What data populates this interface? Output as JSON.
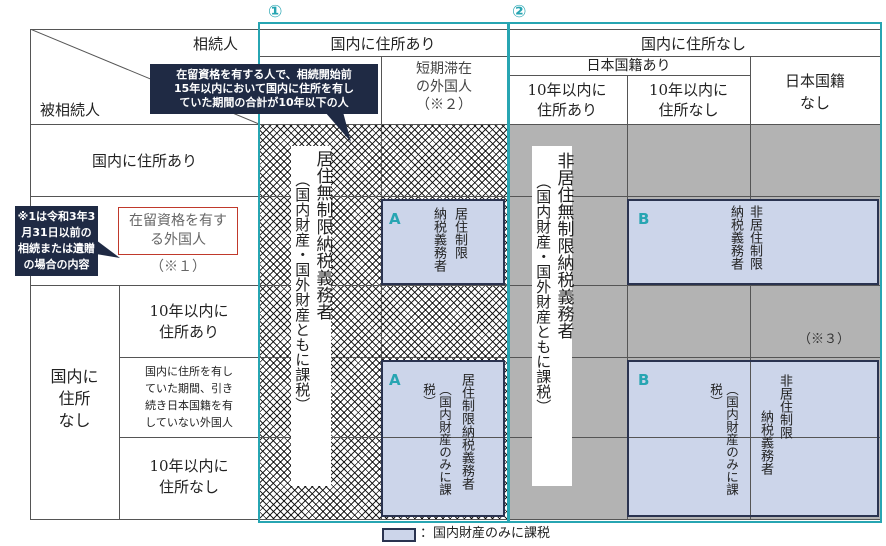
{
  "circle_1": "①",
  "circle_2": "②",
  "header": {
    "heir": "相続人",
    "decedent": "被相続人",
    "domestic_address": "国内に住所あり",
    "no_domestic_address": "国内に住所なし",
    "short_stay_foreigner": [
      "短期滞在",
      "の外国人",
      "（※２）"
    ],
    "jp_nationality": "日本国籍あり",
    "within10_yes": [
      "10年以内に",
      "住所あり"
    ],
    "within10_no": [
      "10年以内に",
      "住所なし"
    ],
    "no_jp_nationality": [
      "日本国籍",
      "なし"
    ]
  },
  "rows": {
    "domestic": "国内に住所あり",
    "resident_foreigner": [
      "在留資格を有す",
      "る外国人"
    ],
    "note1_ref": "（※１）",
    "nodomestic_group": [
      "国内に",
      "住所",
      "なし"
    ],
    "within10_yes": [
      "10年以内に",
      "住所あり"
    ],
    "foreigner_long": [
      "国内に住所を有し",
      "ていた期間、引き",
      "続き日本国籍を有",
      "していない外国人"
    ],
    "within10_no": [
      "10年以内に",
      "住所なし"
    ]
  },
  "callouts": {
    "status_note": [
      "在留資格を有する人で、相続開始前",
      "15年以内において国内に住所を有し",
      "ていた期間の合計が10年以下の人"
    ],
    "note1": [
      "※1は令和3年3",
      "月31日以前の",
      "相続または遺贈",
      "の場合の内容"
    ]
  },
  "cells": {
    "unlimited_resident_title": "居住無制限納税義務者",
    "unlimited_resident_sub": "（国内財産・国外財産ともに課税）",
    "unlimited_nonresident_title": "非居住無制限納税義務者",
    "unlimited_nonresident_sub": "（国内財産・国外財産ともに課税）",
    "labelA": "A",
    "labelB": "B",
    "limited_resident_upper": [
      "居住制限",
      "納税義務者"
    ],
    "limited_nonresident_upper": [
      "非居住制限",
      "納税義務者"
    ],
    "limited_resident_lower_title": "居住制限納税義務者",
    "limited_resident_lower_sub": "（国内財産のみに課税）",
    "limited_nonresident_lower_title": [
      "非居住制限",
      "納税義務者"
    ],
    "limited_nonresident_lower_sub": "（国内財産のみに課税）",
    "note3": "（※３）"
  },
  "legend": {
    "label": "：国内財産のみに課税"
  },
  "colors": {
    "teal": "#27a5b2",
    "navy": "#1f2a44",
    "blue_fill": "#ccd5ea",
    "gray_fill": "#b3b3b3",
    "red_box": "#c0392b"
  }
}
